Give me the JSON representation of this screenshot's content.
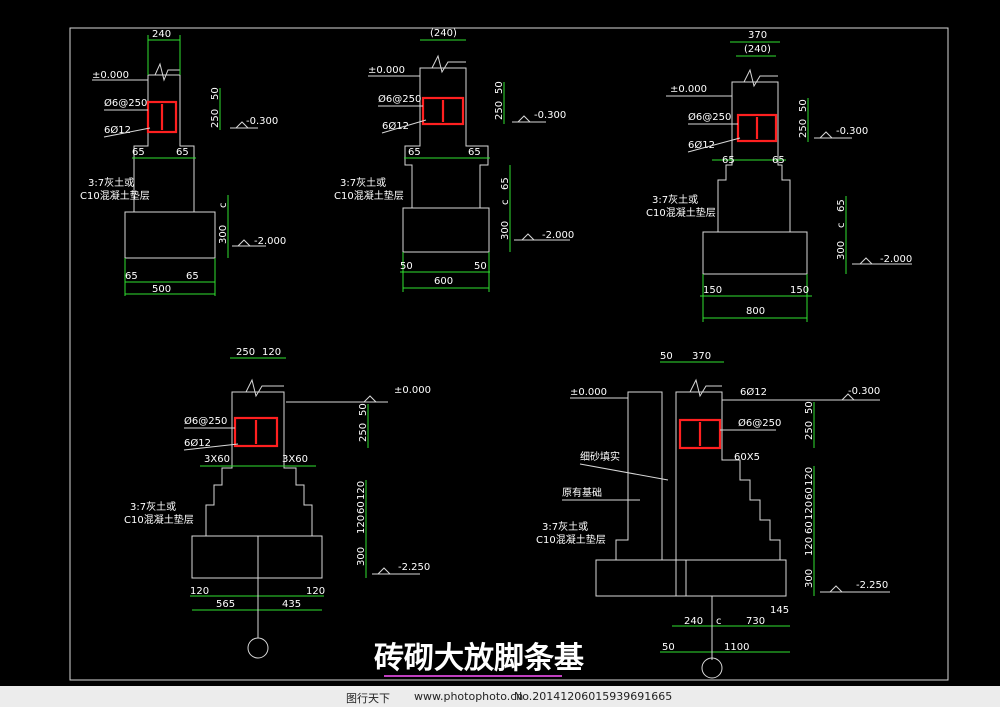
{
  "title": "砖砌大放脚条基",
  "colors": {
    "background": "#000000",
    "line": "#d8d8d8",
    "dimension": "#2fe02f",
    "rebar": "#ff2020",
    "title_underline": "#c040c0"
  },
  "details": {
    "d1": {
      "width_top": "240",
      "elev0": "±0.000",
      "stirrup": "Ø6@250",
      "bars": "6Ø12",
      "dim_250": "250",
      "dim_50": "50",
      "elev_m030": "-0.300",
      "step_l": "65",
      "step_r": "65",
      "cushion": "3:7灰土或",
      "cushion2": "C10混凝土垫层",
      "dim_c": "c",
      "dim_300": "300",
      "elev_m2": "-2.000",
      "bot_l": "65",
      "bot_r": "65",
      "bot_w": "500"
    },
    "d2": {
      "width_top": "(240)",
      "elev0": "±0.000",
      "stirrup": "Ø6@250",
      "bars": "6Ø12",
      "dim_250": "250",
      "dim_50": "50",
      "elev_m030": "-0.300",
      "step_l": "65",
      "step_r": "65",
      "cushion": "3:7灰土或",
      "cushion2": "C10混凝土垫层",
      "dim_65": "65",
      "dim_c": "c",
      "dim_300": "300",
      "elev_m2": "-2.000",
      "bot_l": "50",
      "bot_r": "50",
      "bot_w": "600"
    },
    "d3": {
      "width_top": "370",
      "width_top2": "(240)",
      "elev0": "±0.000",
      "stirrup": "Ø6@250",
      "bars": "6Ø12",
      "dim_250": "250",
      "dim_50": "50",
      "elev_m030": "-0.300",
      "step_l": "65",
      "step_r": "65",
      "cushion": "3:7灰土或",
      "cushion2": "C10混凝土垫层",
      "dim_65": "65",
      "dim_c": "c",
      "dim_300": "300",
      "elev_m2": "-2.000",
      "bot_l": "150",
      "bot_r": "150",
      "bot_w": "800"
    },
    "d4": {
      "w_a": "250",
      "w_b": "120",
      "elev0": "±0.000",
      "stirrup": "Ø6@250",
      "bars": "6Ø12",
      "dim_250": "250",
      "dim_50": "50",
      "step_l": "3X60",
      "step_r": "3X60",
      "cushion": "3:7灰土或",
      "cushion2": "C10混凝土垫层",
      "v120a": "120",
      "v60": "60",
      "v120b": "120",
      "dim_300": "300",
      "elev_m225": "-2.250",
      "bot_l": "120",
      "bot_r": "120",
      "bot_a": "565",
      "bot_b": "435"
    },
    "d5": {
      "w_a": "50",
      "w_b": "370",
      "elev0": "±0.000",
      "bars": "6Ø12",
      "elev_m030": "-0.300",
      "stirrup": "Ø6@250",
      "dim_250": "250",
      "dim_50": "50",
      "fill": "细砂填实",
      "orig": "原有基础",
      "steps": "60X5",
      "cushion": "3:7灰土或",
      "cushion2": "C10混凝土垫层",
      "v120a": "120",
      "v60a": "60",
      "v120b": "120",
      "v60b": "60",
      "v120c": "120",
      "dim_300": "300",
      "elev_m225": "-2.250",
      "d145": "145",
      "b240": "240",
      "bc": "c",
      "b730": "730",
      "b50": "50",
      "b1100": "1100"
    }
  },
  "footer": {
    "site": "图行天下",
    "url": "www.photophoto.cn",
    "no": "No.20141206015939691665"
  }
}
